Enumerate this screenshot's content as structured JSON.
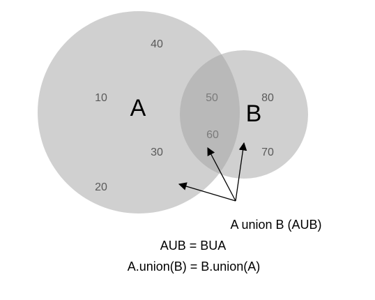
{
  "sets": {
    "a": {
      "label": "A",
      "fill": "#d0d0d0"
    },
    "b": {
      "label": "B",
      "fill": "#d0d0d0"
    },
    "overlap_fill": "#b9b9b9"
  },
  "elements": {
    "a_only": [
      "40",
      "10",
      "30",
      "20"
    ],
    "intersection": [
      "50",
      "60"
    ],
    "b_only": [
      "80",
      "70"
    ]
  },
  "annotations": {
    "pointer_label": "A union B (AUB)",
    "identity_1": "AUB = BUA",
    "identity_2": "A.union(B) = B.union(A)"
  }
}
